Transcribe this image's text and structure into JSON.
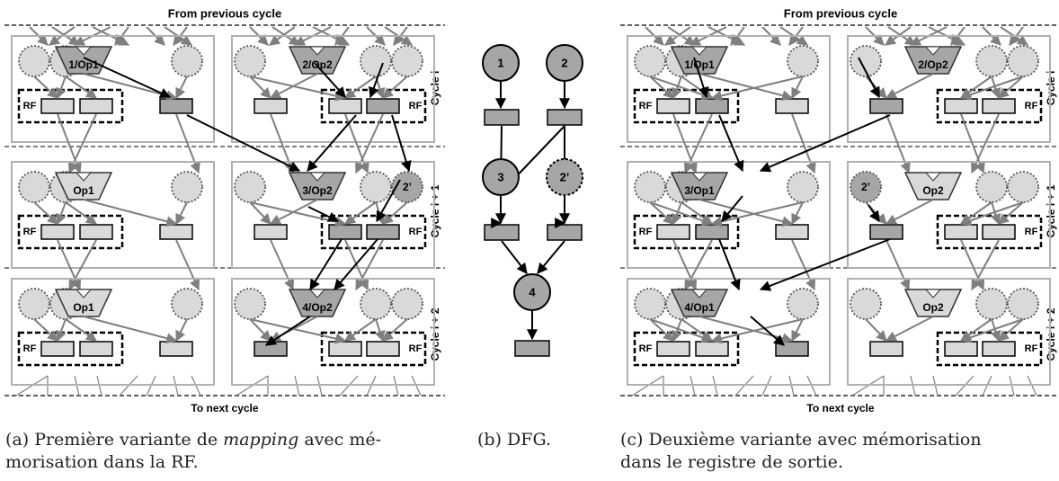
{
  "panel_a": {
    "header": "From previous cycle",
    "footer": "To next cycle",
    "cycle_labels": [
      "Cycle i",
      "Cycle i + 1",
      "Cycle i + 2"
    ],
    "rf_label": "RF",
    "ops": [
      "1/Op1",
      "2/Op2",
      "Op1",
      "3/Op2",
      "Op1",
      "4/Op2"
    ],
    "extra_node": "2’"
  },
  "panel_b": {
    "nodes": [
      "1",
      "2",
      "3",
      "2’",
      "4"
    ]
  },
  "panel_c": {
    "header": "From previous cycle",
    "footer": "To next cycle",
    "cycle_labels": [
      "Cycle i",
      "Cycle i + 1",
      "Cycle i + 2"
    ],
    "rf_label": "RF",
    "ops": [
      "1/Op1",
      "2/Op2",
      "3/Op1",
      "Op2",
      "4/Op1",
      "Op2"
    ],
    "extra_node": "2’"
  },
  "captions": {
    "a_prefix": "(a) Première variante de ",
    "a_italic": "mapping",
    "a_suffix": " avec mé-",
    "a_line2": "morisation dans la RF.",
    "b": "(b) DFG.",
    "c_line1": "(c) Deuxième variante avec mémorisation",
    "c_line2": "dans le registre de sortie."
  },
  "colors": {
    "light_fill": "#d9d9d9",
    "dark_fill": "#a6a6a6",
    "grey_wire": "#7f7f7f",
    "black_wire": "#000000",
    "tile_border": "#b0b0b0"
  }
}
